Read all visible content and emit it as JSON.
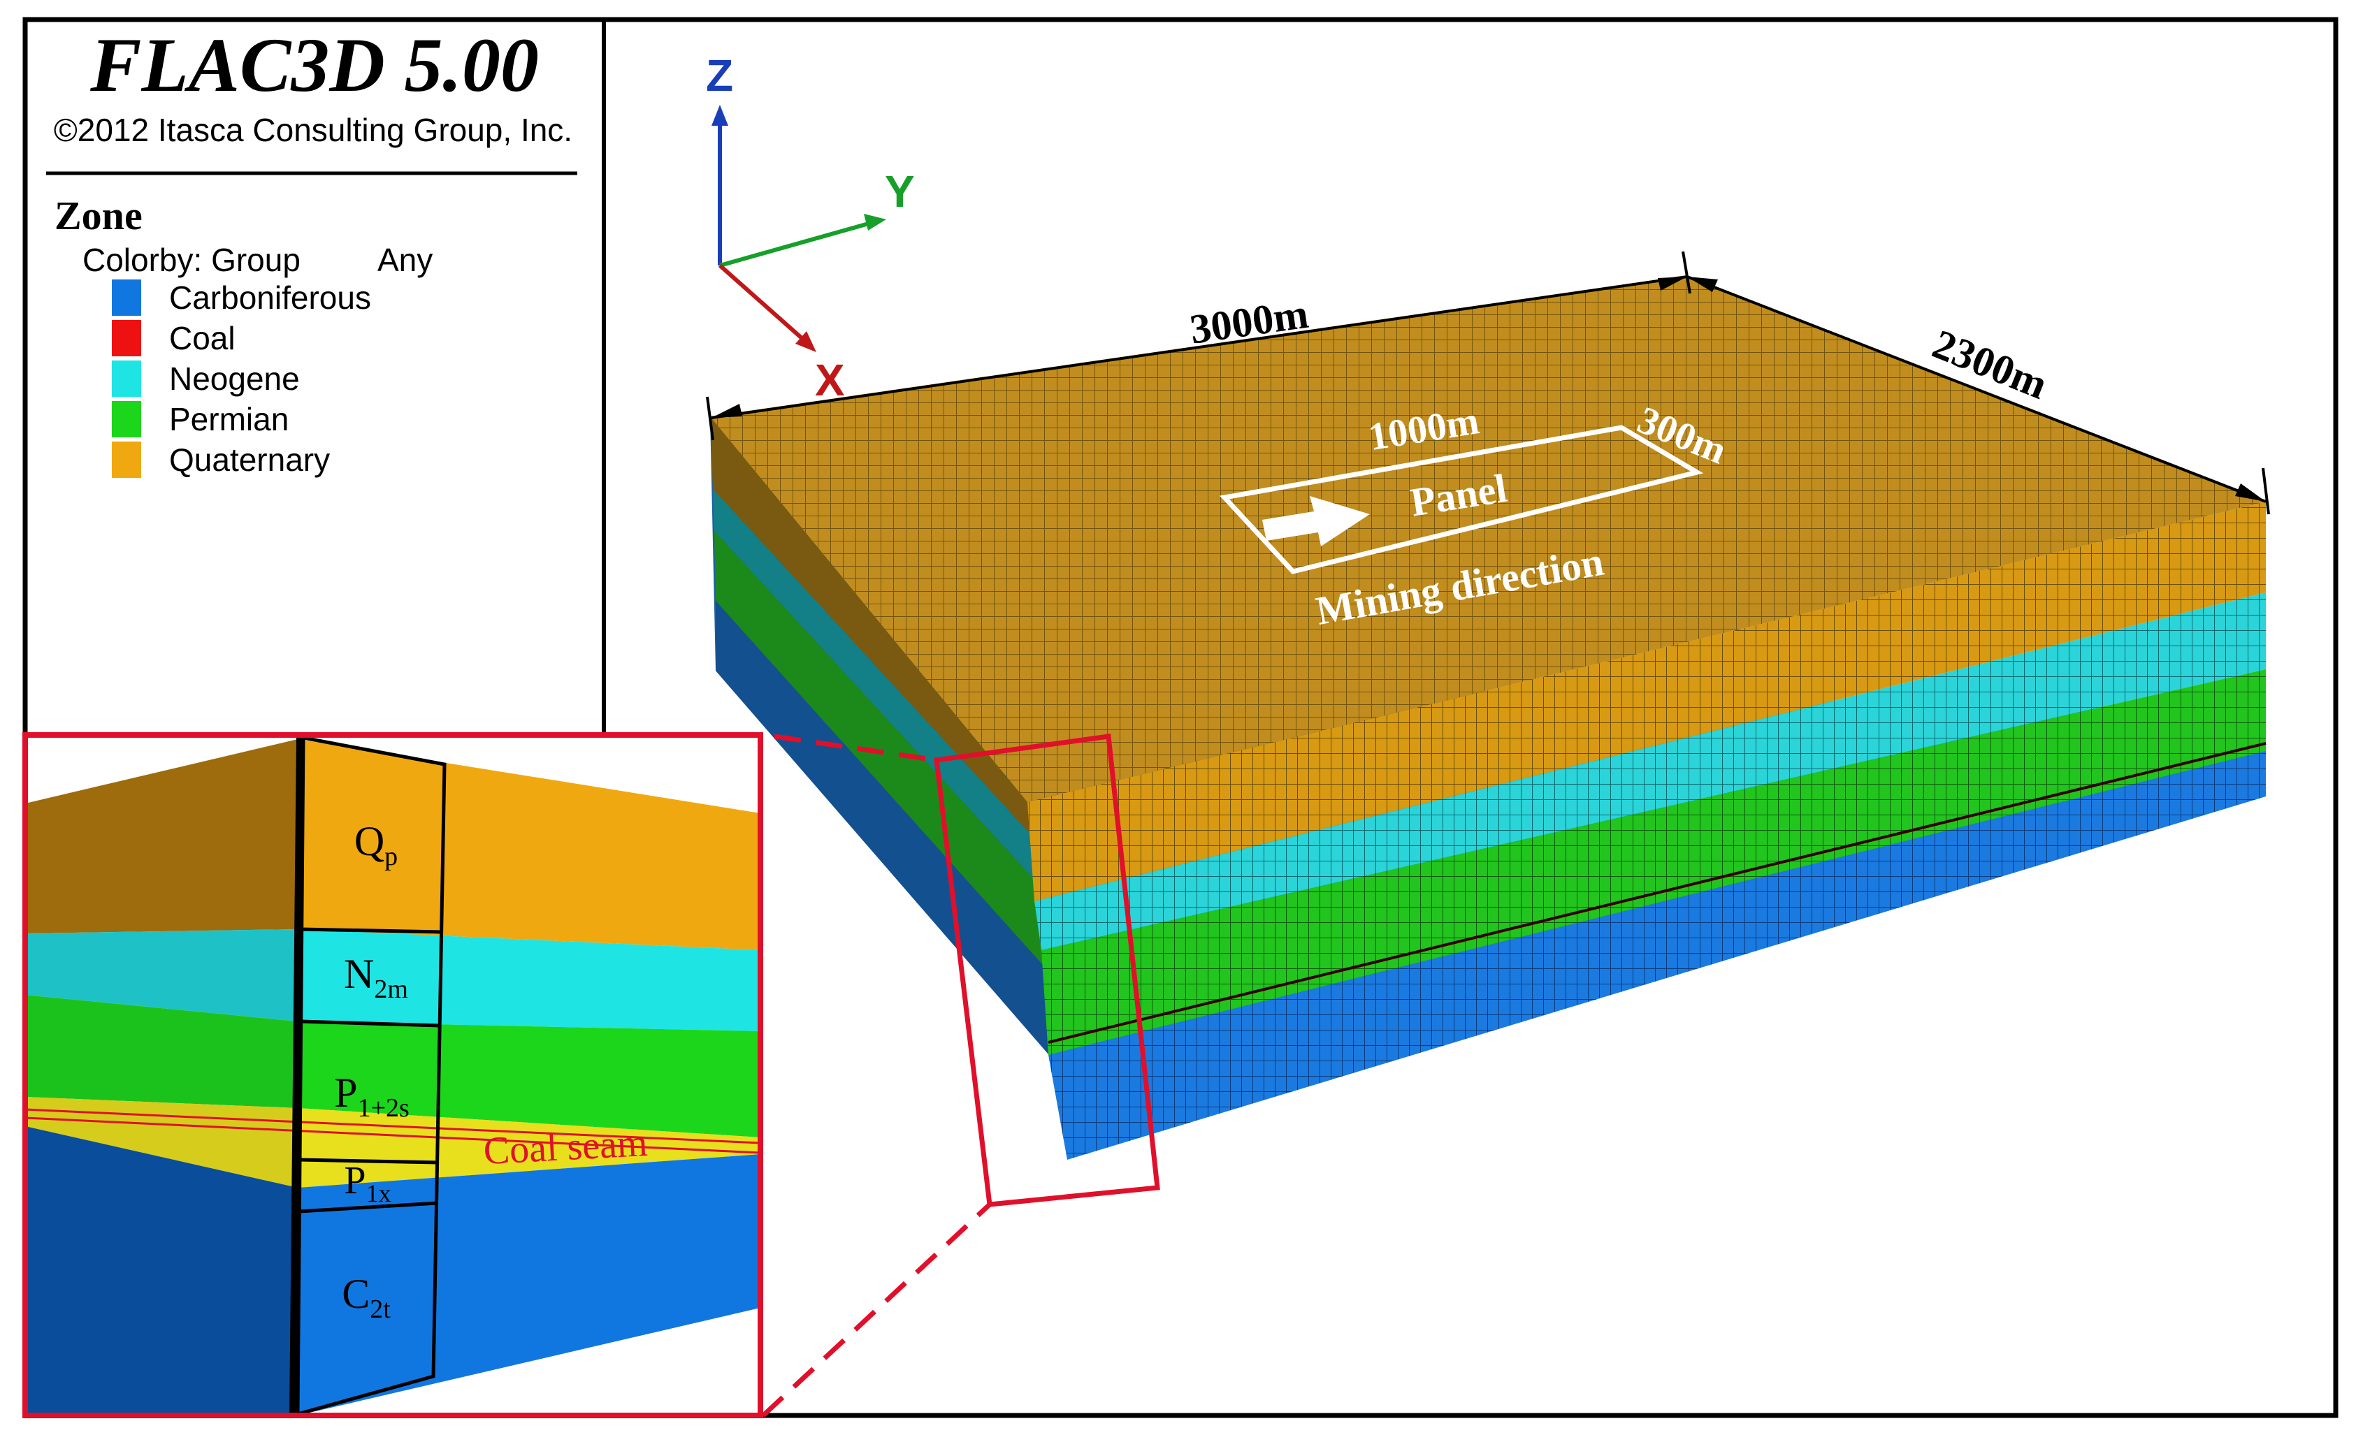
{
  "header": {
    "title": "FLAC3D 5.00",
    "copyright": "©2012 Itasca Consulting Group, Inc."
  },
  "legend": {
    "heading": "Zone",
    "colorby_label": "Colorby: Group",
    "colorby_value": "Any",
    "items": [
      {
        "label": "Carboniferous",
        "color": "#1177e0"
      },
      {
        "label": "Coal",
        "color": "#ee1111"
      },
      {
        "label": "Neogene",
        "color": "#1ee4e4"
      },
      {
        "label": "Permian",
        "color": "#1cd61c"
      },
      {
        "label": "Quaternary",
        "color": "#f0a810"
      }
    ]
  },
  "axes": {
    "z": "Z",
    "y": "Y",
    "x": "X"
  },
  "dimensions": {
    "length": "3000m",
    "width": "2300m",
    "panel_length": "1000m",
    "panel_width": "300m"
  },
  "panel": {
    "label": "Panel",
    "mining_direction": "Mining direction"
  },
  "inset": {
    "layers": {
      "quaternary": {
        "main": "Q",
        "sub": "p"
      },
      "neogene": {
        "main": "N",
        "sub": "2m"
      },
      "permian_upper": {
        "main": "P",
        "sub": "1+2s"
      },
      "permian_lower": {
        "main": "P",
        "sub": "1x"
      },
      "carboniferous": {
        "main": "C",
        "sub": "2t"
      }
    },
    "coal_seam_label": "Coal seam"
  },
  "colors": {
    "frame": "#000000",
    "inset_border": "#e0102a",
    "axis_z": "#1a3eb8",
    "axis_y": "#16a02a",
    "axis_x": "#c01818"
  }
}
